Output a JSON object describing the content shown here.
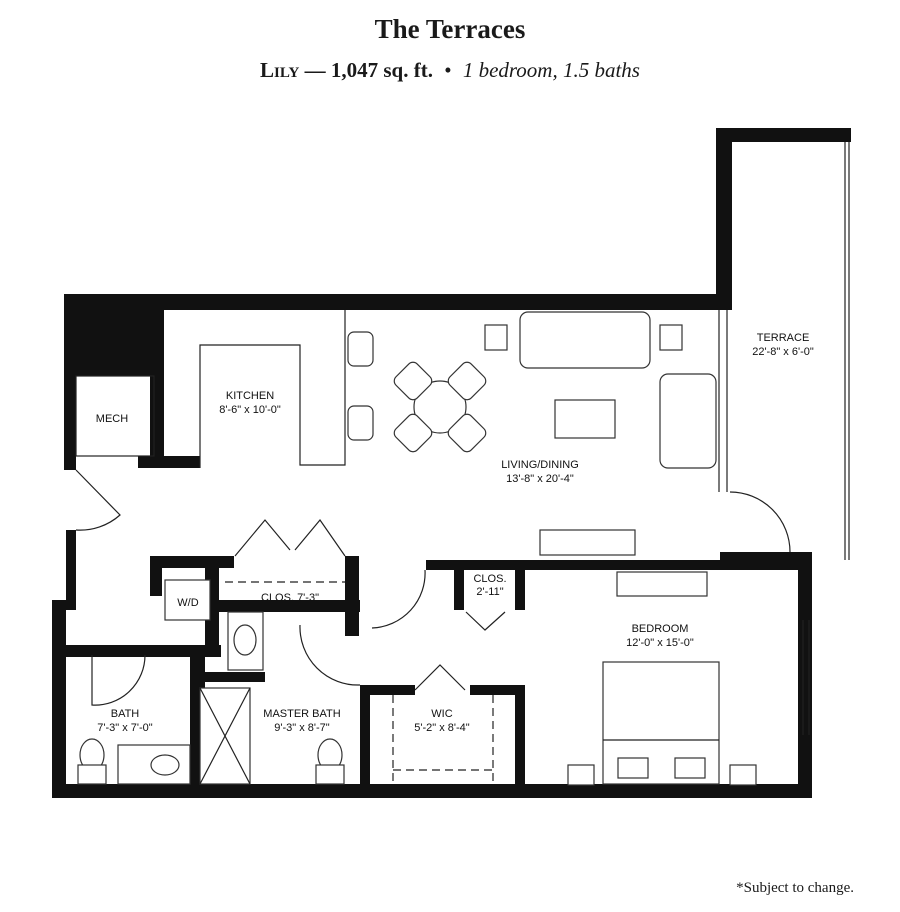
{
  "header": {
    "title": "The Terraces",
    "plan_name": "Lily",
    "dash": "—",
    "area": "1,047 sq. ft.",
    "bullet": "•",
    "rooms_summary": "1 bedroom, 1.5 baths"
  },
  "rooms": {
    "terrace": {
      "name": "TERRACE",
      "size": "22'-8\" x 6'-0\""
    },
    "kitchen": {
      "name": "KITCHEN",
      "size": "8'-6\" x 10'-0\""
    },
    "mech": {
      "name": "MECH"
    },
    "living": {
      "name": "LIVING/DINING",
      "size": "13'-8\" x 20'-4\""
    },
    "closet_hall": {
      "name": "CLOS. 7'-3\""
    },
    "washer_dryer": {
      "name": "W/D"
    },
    "closet_small": {
      "name": "CLOS.",
      "size": "2'-11\""
    },
    "bedroom": {
      "name": "BEDROOM",
      "size": "12'-0\" x 15'-0\""
    },
    "bath": {
      "name": "BATH",
      "size": "7'-3\" x 7'-0\""
    },
    "master_bath": {
      "name": "MASTER BATH",
      "size": "9'-3\" x 8'-7\""
    },
    "wic": {
      "name": "WIC",
      "size": "5'-2\" x 8'-4\""
    }
  },
  "footer": {
    "note": "*Subject to change."
  }
}
